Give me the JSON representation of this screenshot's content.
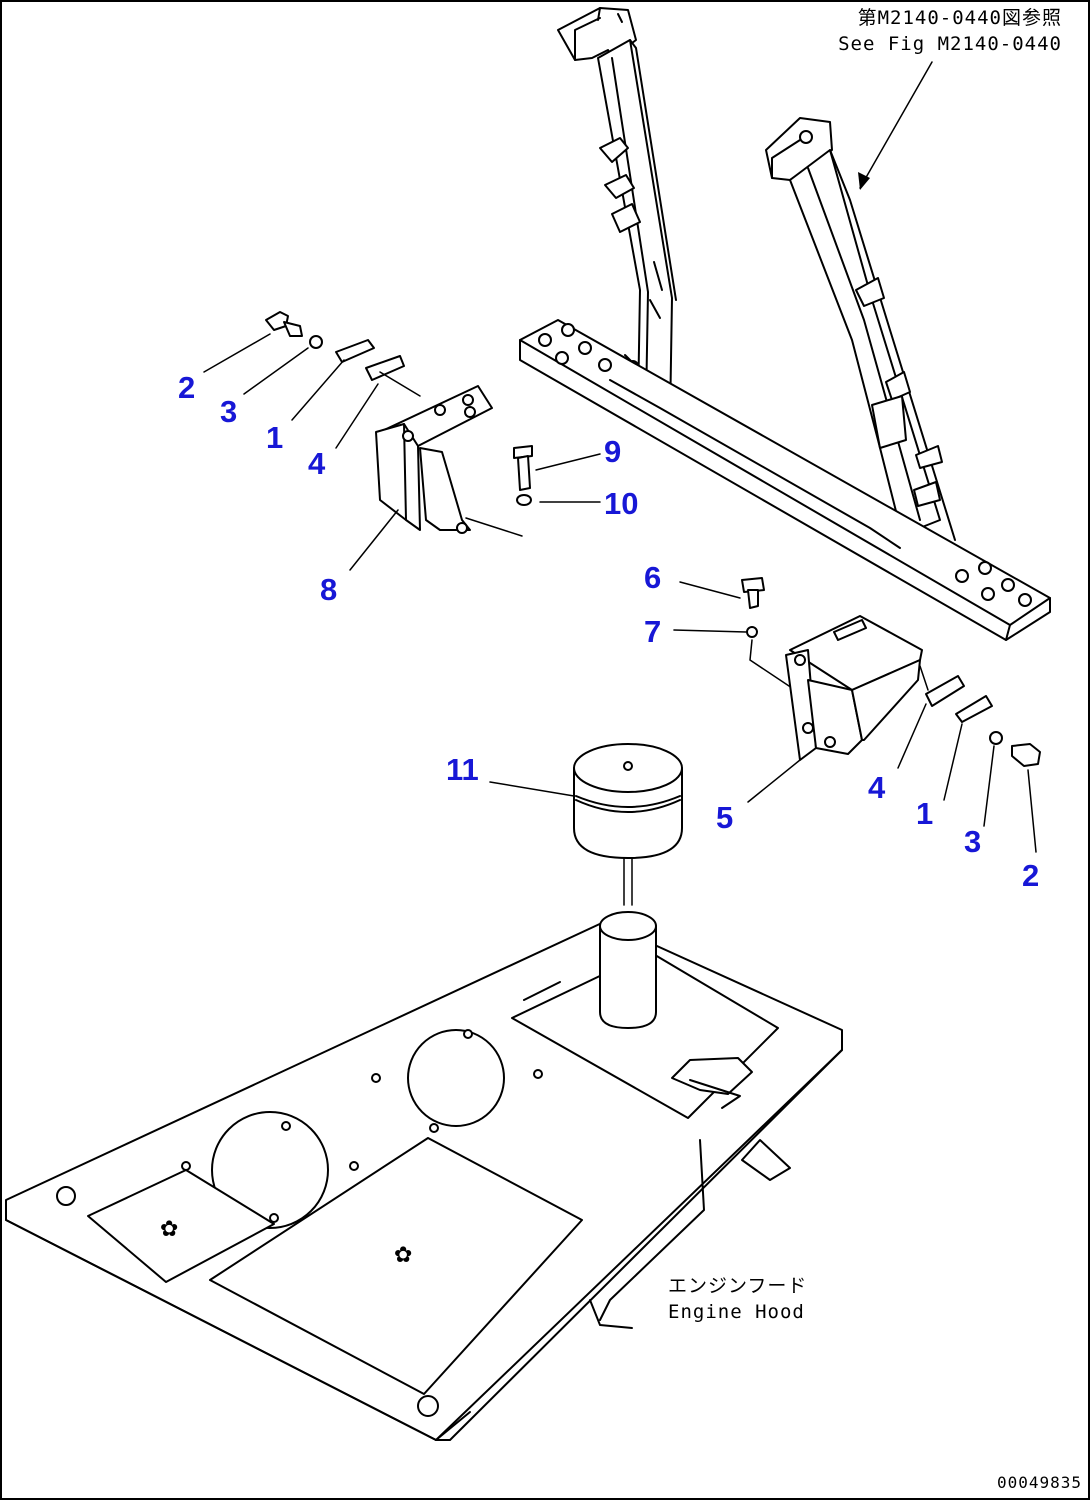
{
  "diagram": {
    "reference": {
      "jp": "第M2140-0440図参照",
      "en": "See Fig M2140-0440"
    },
    "engine_hood": {
      "jp": "エンジンフード",
      "en": "Engine Hood"
    },
    "drawing_number": "00049835",
    "callouts": {
      "c2a": "2",
      "c3a": "3",
      "c1a": "1",
      "c4a": "4",
      "c8": "8",
      "c9": "9",
      "c10": "10",
      "c6": "6",
      "c7": "7",
      "c11": "11",
      "c5": "5",
      "c4b": "4",
      "c1b": "1",
      "c3b": "3",
      "c2b": "2"
    }
  }
}
